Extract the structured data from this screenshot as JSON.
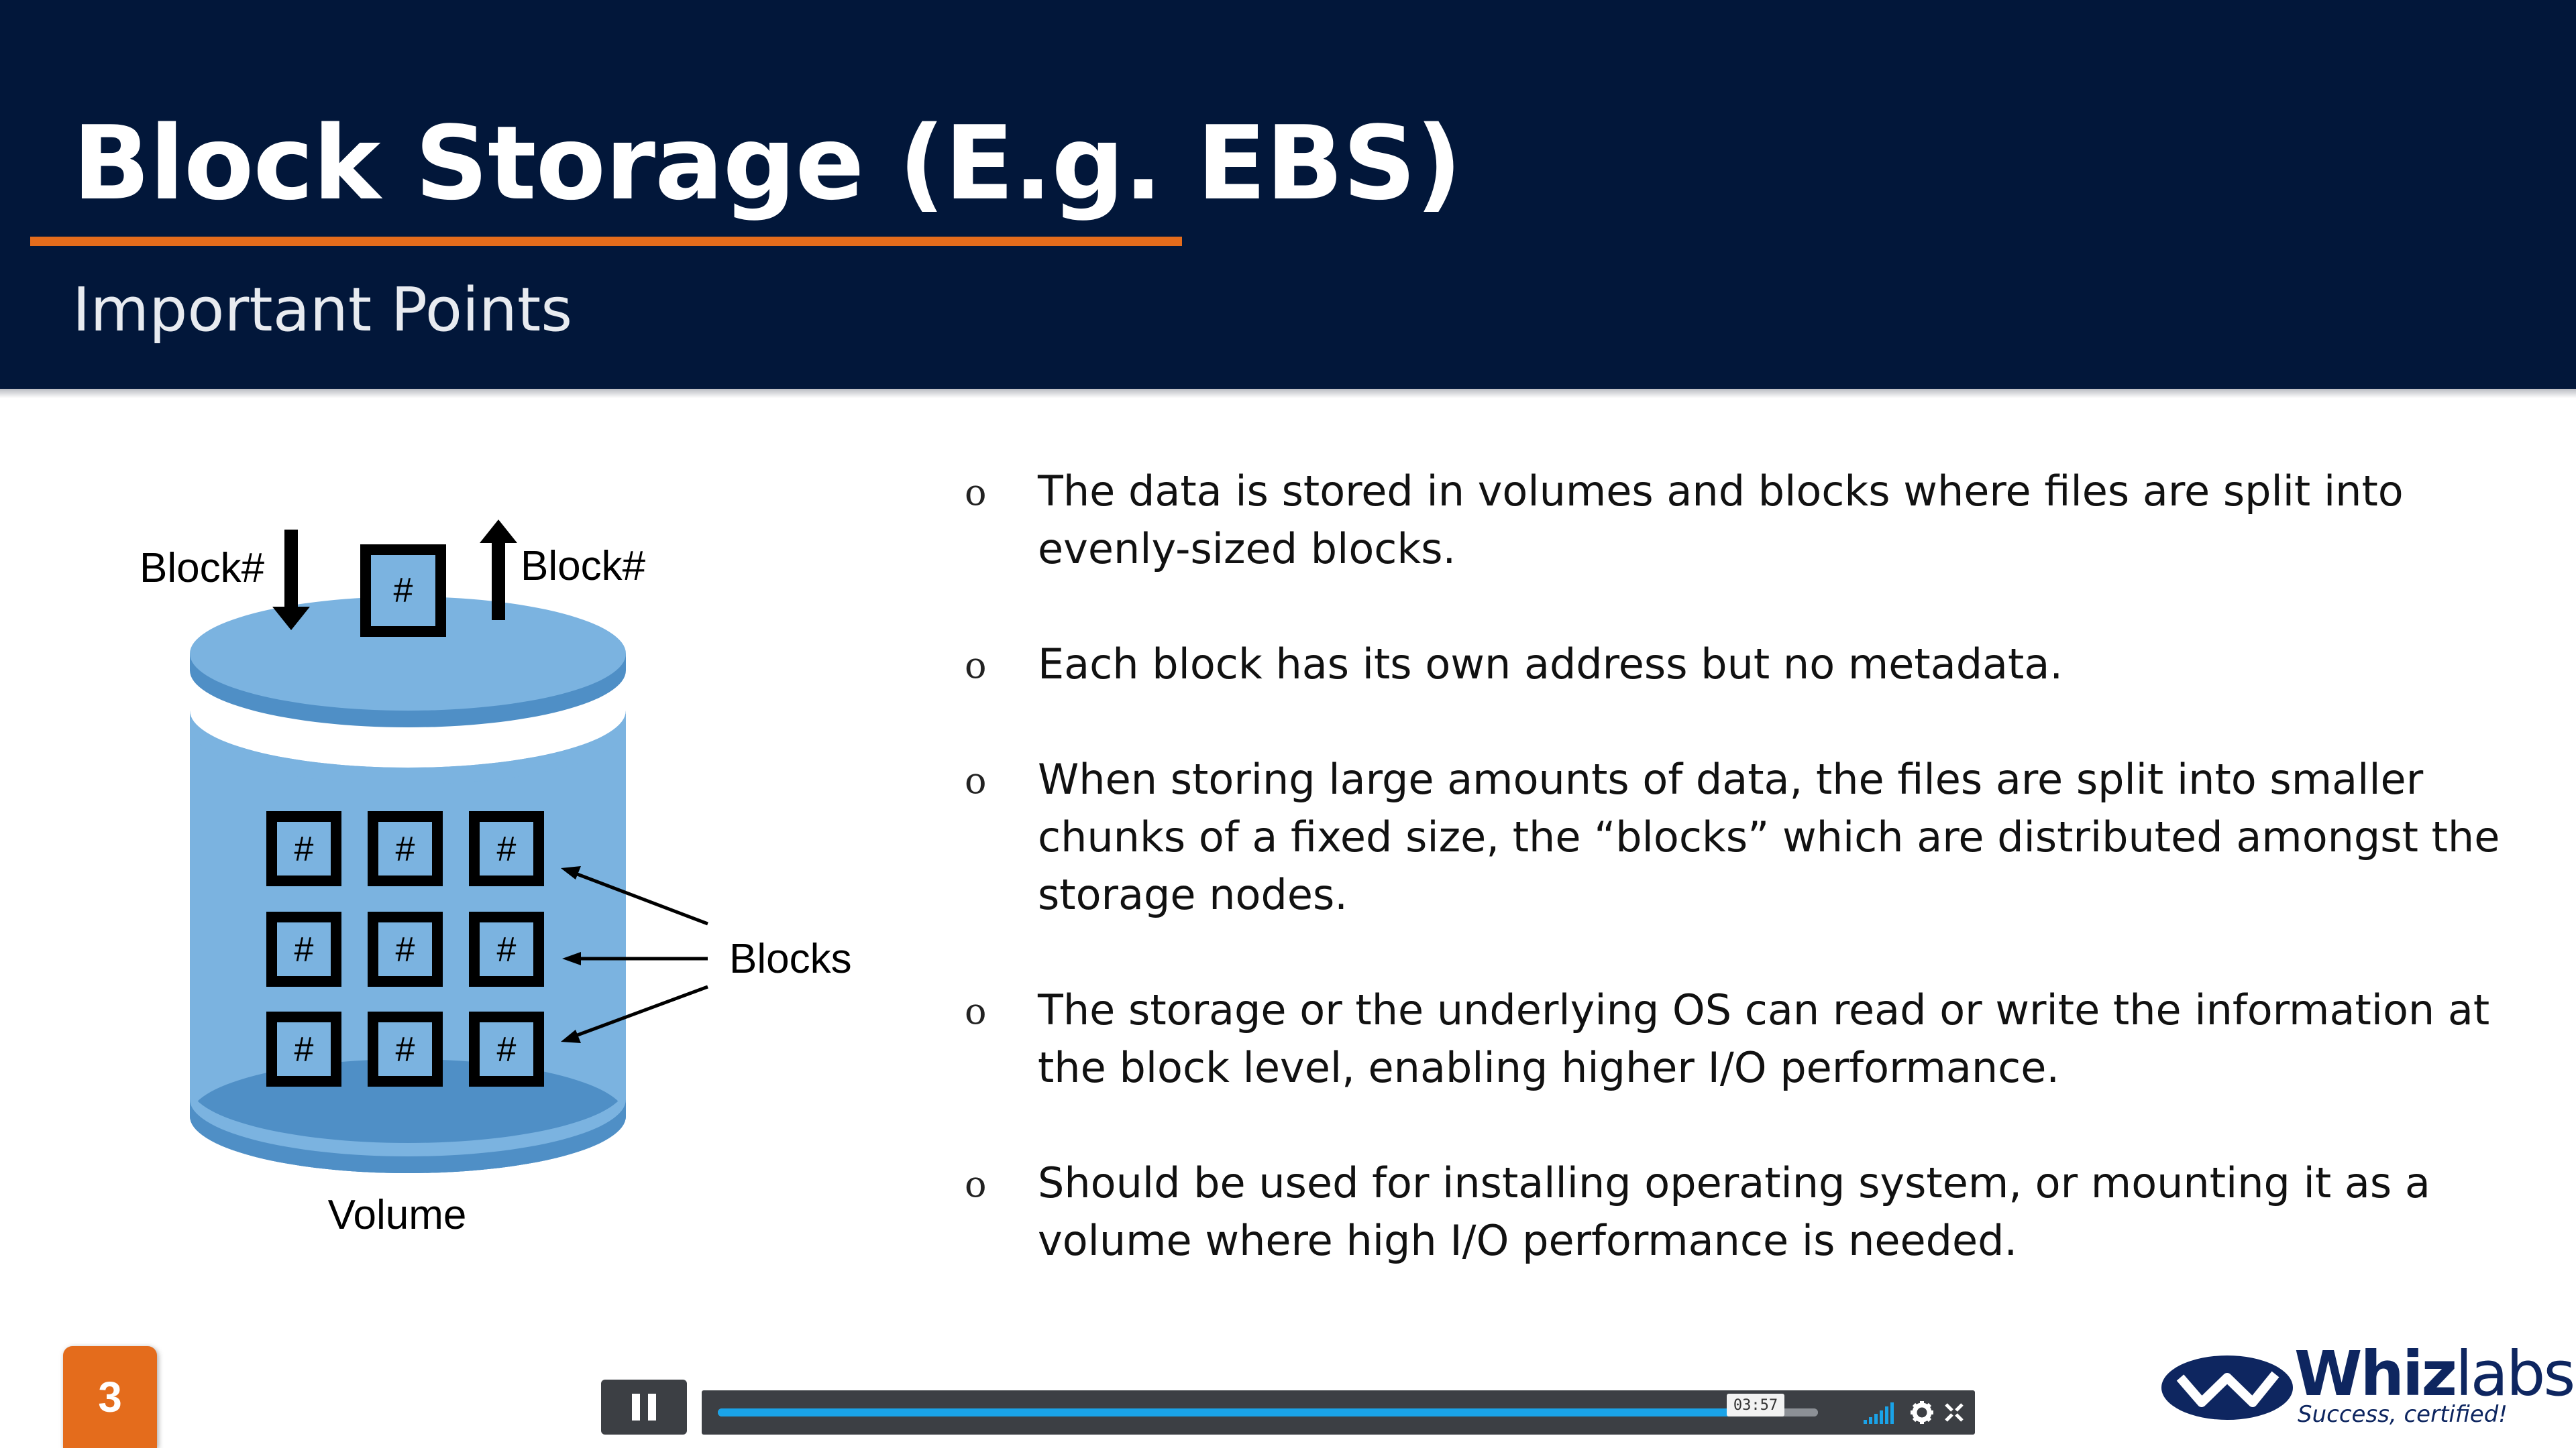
{
  "slide": {
    "title": "Block Storage (E.g. EBS)",
    "subtitle": "Important Points",
    "number": "3",
    "accent_color": "#e46c1c",
    "header_color": "#02173a"
  },
  "diagram": {
    "label_in": "Block#",
    "label_out": "Block#",
    "top_block_symbol": "#",
    "blocks_label": "Blocks",
    "volume_label": "Volume",
    "block_symbols": [
      "#",
      "#",
      "#",
      "#",
      "#",
      "#",
      "#",
      "#",
      "#"
    ],
    "cylinder_color": "#7bb3e0"
  },
  "bullets": [
    {
      "mark": "o",
      "text": "The data is stored in volumes and blocks where files are split into evenly-sized blocks."
    },
    {
      "mark": "o",
      "text": "Each block has its own address but no metadata."
    },
    {
      "mark": "o",
      "text": "When storing large amounts of data, the files are split into smaller chunks of a fixed size, the “blocks” which are distributed amongst the storage nodes."
    },
    {
      "mark": "o",
      "text": "The storage or the underlying OS can read or write the information at the block level, enabling higher I/O performance."
    },
    {
      "mark": "o",
      "text": "Should be used for installing operating system, or mounting it as a volume where high I/O performance is needed."
    }
  ],
  "player": {
    "time": "03:57",
    "progress_fraction": 0.94,
    "buffered_fraction": 1.0,
    "progress_color": "#1aa3e8",
    "controls": [
      "pause-icon",
      "volume-icon",
      "gear-icon",
      "fullscreen-exit-icon"
    ]
  },
  "brand": {
    "name_part1": "Whiz",
    "name_part2": "labs",
    "tagline": "Success, certified!"
  }
}
